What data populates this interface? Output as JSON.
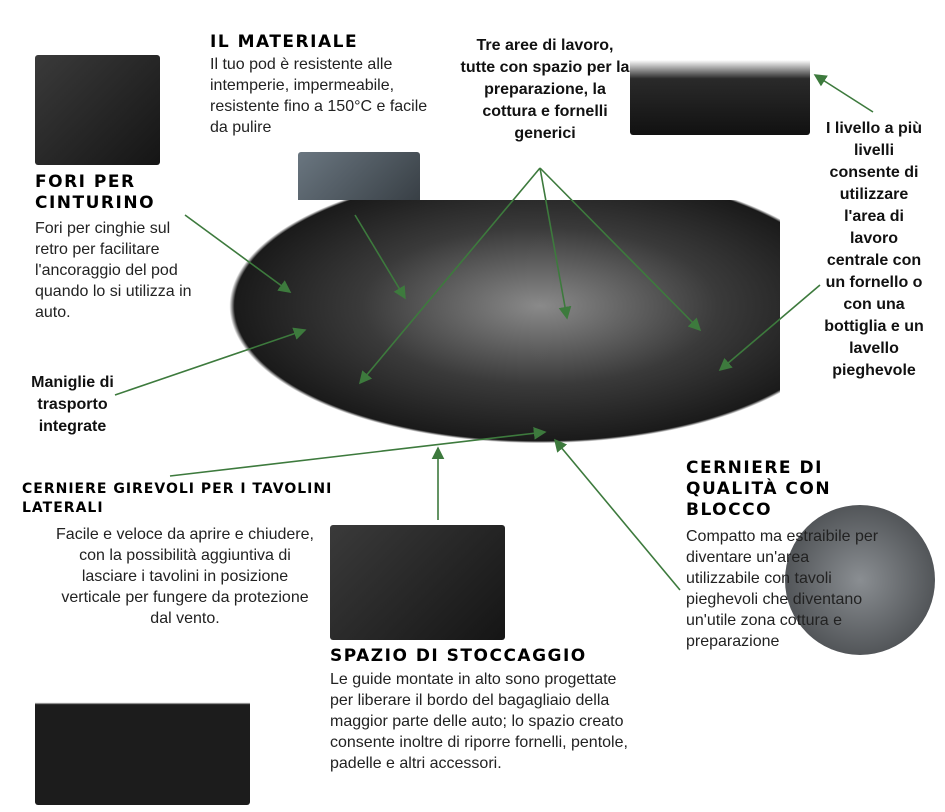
{
  "material": {
    "title": "Il materiale",
    "body": "Il tuo pod è resistente alle intemperie, impermeabile, resistente fino a 150°C e facile da pulire"
  },
  "work_areas": {
    "body": "Tre aree di lavoro, tutte con spazio per la preparazione, la cottura e fornelli generici"
  },
  "levels": {
    "body": "I livello a più livelli consente di utilizzare l'area di lavoro centrale con un fornello o con una bottiglia e un lavello pieghevole"
  },
  "belt_holes": {
    "title": "Fori per cinturino",
    "body": "Fori per cinghie sul retro per facilitare l'ancoraggio del pod quando lo si utilizza in auto."
  },
  "handles": {
    "body": "Maniglie di trasporto integrate"
  },
  "swivel_hinges": {
    "title": "Cerniere girevoli per i tavolini laterali",
    "body": "Facile e veloce da aprire e chiudere, con la possibilità aggiuntiva di lasciare i tavolini in posizione verticale per fungere da protezione dal vento."
  },
  "storage": {
    "title": "Spazio di stoccaggio",
    "body": "Le guide montate in alto sono progettate per liberare il bordo del bagagliaio della maggior parte delle auto; lo spazio creato consente inoltre di riporre fornelli, pentole, padelle e altri accessori."
  },
  "quality_hinges": {
    "title": "Cerniere di qualità con blocco",
    "body": "Compatto ma estraibile per diventare un'area utilizzabile con tavoli pieghevoli che diventano un'utile zona cottura e preparazione"
  },
  "colors": {
    "arrow": "#3d7a3d"
  }
}
